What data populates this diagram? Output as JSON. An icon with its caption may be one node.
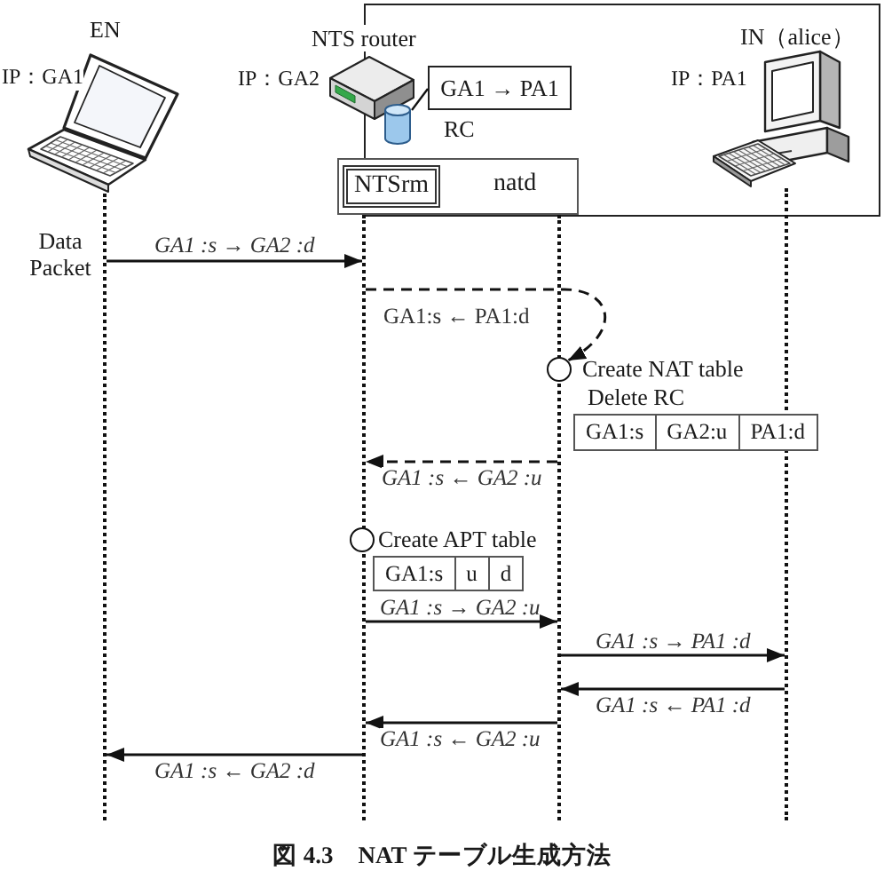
{
  "diagram": {
    "caption": "図 4.3　NAT テーブル生成方法",
    "nodes": [
      {
        "text": [
          "EN",
          "IP：GA1"
        ]
      },
      {
        "text": [],
        "shape": "box"
      },
      {
        "text": [
          "NTS router",
          "IP：GA2"
        ]
      },
      {
        "text": [],
        "shape": "cylinder",
        "in": 1
      },
      {
        "text": [
          "GA1 → PA1"
        ],
        "beside": [
          "RC"
        ],
        "in": 1
      },
      {
        "text": [
          "IN（alice）",
          "IP：PA1"
        ],
        "in": 1
      },
      {
        "text": [
          "natd"
        ]
      },
      {
        "text": [
          "NTSrm"
        ],
        "in": 6
      },
      {
        "text": [],
        "shape": "lifeline"
      },
      {
        "text": [],
        "shape": "lifeline"
      },
      {
        "text": [],
        "shape": "lifeline"
      },
      {
        "text": [],
        "shape": "lifeline"
      },
      {
        "text": [],
        "shape": "circle",
        "beside": [
          "Create NAT table",
          "Delete RC"
        ]
      },
      {
        "text": [
          "GA1:s",
          "GA2:u",
          "PA1:d"
        ]
      },
      {
        "text": [],
        "shape": "circle",
        "beside": [
          "Create APT table"
        ]
      },
      {
        "text": [
          "GA1:s",
          "u",
          "d"
        ]
      }
    ],
    "edges": [
      {
        "from": 3,
        "to": 4,
        "arrow": "none"
      },
      {
        "from": 8,
        "to": 9,
        "arrow": "to",
        "label": "GA1 :s → GA2 :d"
      },
      {
        "from": 9,
        "to": 12,
        "arrow": "to",
        "style": "dashed",
        "label": "GA1:s ← PA1:d"
      },
      {
        "from": 10,
        "to": 9,
        "arrow": "to",
        "style": "dashed",
        "label": "GA1 :s ← GA2 :u"
      },
      {
        "from": 9,
        "to": 10,
        "arrow": "to",
        "label": "GA1 :s → GA2 :u"
      },
      {
        "from": 10,
        "to": 11,
        "arrow": "to",
        "label": "GA1 :s → PA1 :d"
      },
      {
        "from": 11,
        "to": 10,
        "arrow": "to",
        "label": "GA1 :s ← PA1 :d"
      },
      {
        "from": 10,
        "to": 9,
        "arrow": "to",
        "label": "GA1 :s ← GA2 :u"
      },
      {
        "from": 9,
        "to": 8,
        "arrow": "to",
        "label": "GA1 :s ← GA2 :d"
      }
    ],
    "labels": [
      "Data Packet"
    ]
  }
}
